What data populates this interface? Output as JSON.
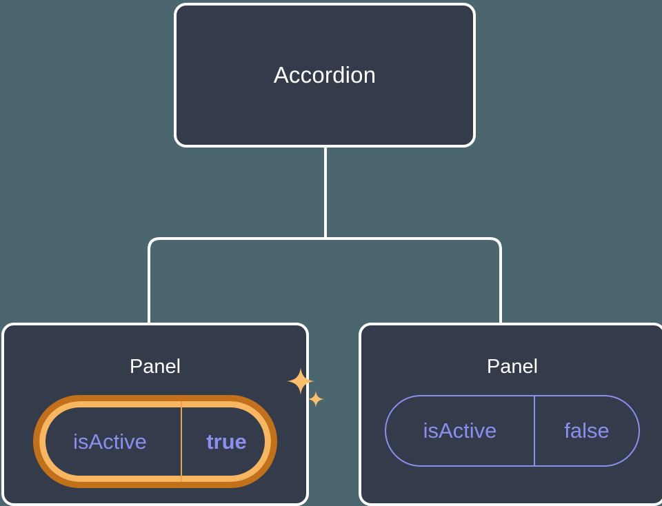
{
  "canvas": {
    "background_color": "#4C6670",
    "node_fill_color": "#343B4A",
    "node_border_color": "#FFFFFF",
    "connector_color": "#FFFFFF",
    "prop_text_color": "#8B8FF0",
    "highlight_ring_outer_color": "#C2701A",
    "highlight_ring_inner_color": "#F8B660",
    "sparkle_color": "#FBBF6B"
  },
  "tree": {
    "root": {
      "title": "Accordion"
    },
    "children": [
      {
        "title": "Panel",
        "highlighted": true,
        "prop": {
          "key": "isActive",
          "value": "true"
        },
        "sparkle_icons": [
          "sparkle-large-icon",
          "sparkle-small-icon"
        ]
      },
      {
        "title": "Panel",
        "highlighted": false,
        "prop": {
          "key": "isActive",
          "value": "false"
        }
      }
    ]
  }
}
